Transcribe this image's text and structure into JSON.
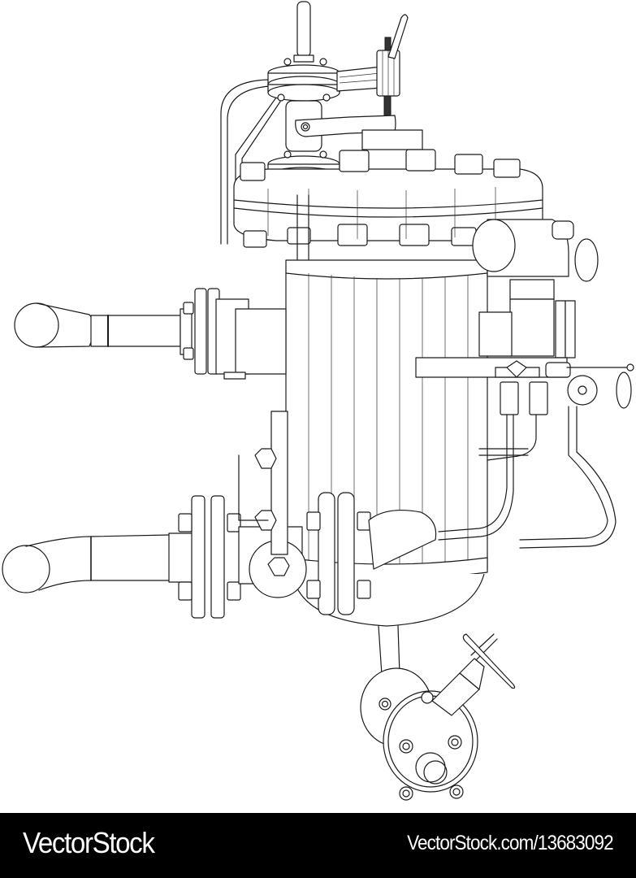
{
  "illustration": {
    "subject": "Technical line drawing of industrial pressure filter vessel with pipes, flanges and valves",
    "style": "black outline on white",
    "colors": {
      "background": "#ffffff",
      "stroke": "#1a1a1a"
    }
  },
  "watermark": {
    "brand": "VectorStock",
    "image_ref": "VectorStock.com/13683092",
    "background": "#000000",
    "text_color": "#ffffff"
  }
}
